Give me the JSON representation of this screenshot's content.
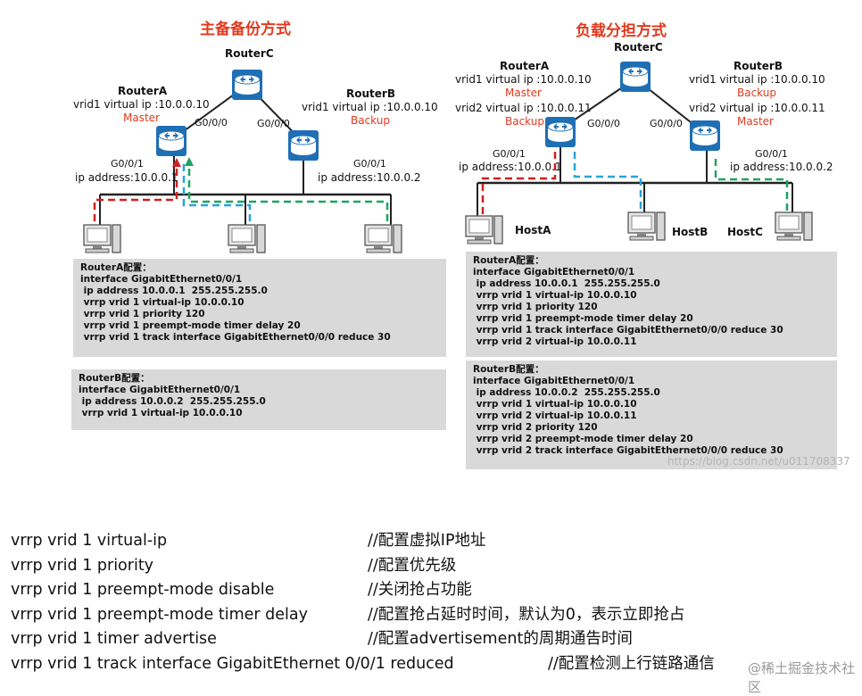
{
  "left": {
    "title": "主备备份方式",
    "routerC": {
      "name": "RouterC"
    },
    "routerA": {
      "name": "RouterA",
      "vip": "vrid1 virtual ip :10.0.0.10",
      "role": "Master",
      "uplink": "G0/0/0",
      "downlink": "G0/0/1",
      "ip": "ip address:10.0.0.1"
    },
    "routerB": {
      "name": "RouterB",
      "vip": "vrid1 virtual ip :10.0.0.10",
      "role": "Backup",
      "uplink": "G0/0/0",
      "downlink": "G0/0/1",
      "ip": "ip address:10.0.0.2"
    },
    "configA": [
      "RouterA配置：",
      "interface GigabitEthernet0/0/1",
      " ip address 10.0.0.1  255.255.255.0",
      " vrrp vrid 1 virtual-ip 10.0.0.10",
      " vrrp vrid 1 priority 120",
      " vrrp vrid 1 preempt-mode timer delay 20",
      " vrrp vrid 1 track interface GigabitEthernet0/0/0 reduce 30"
    ],
    "configB": [
      "RouterB配置：",
      "interface GigabitEthernet0/0/1",
      " ip address 10.0.0.2  255.255.255.0",
      " vrrp vrid 1 virtual-ip 10.0.0.10"
    ]
  },
  "right": {
    "title": "负载分担方式",
    "routerC": {
      "name": "RouterC"
    },
    "routerA": {
      "name": "RouterA",
      "vip1": "vrid1 virtual ip :10.0.0.10",
      "role1": "Master",
      "vip2": "vrid2 virtual ip :10.0.0.11",
      "role2": "Backup",
      "uplink": "G0/0/0",
      "downlink": "G0/0/1",
      "ip": "ip address:10.0.0.1"
    },
    "routerB": {
      "name": "RouterB",
      "vip1": "vrid1 virtual ip :10.0.0.10",
      "role1": "Backup",
      "vip2": "vrid2 virtual ip :10.0.0.11",
      "role2": "Master",
      "uplink": "G0/0/0",
      "downlink": "G0/0/1",
      "ip": "ip address:10.0.0.2"
    },
    "hosts": [
      "HostA",
      "HostB",
      "HostC"
    ],
    "configA": [
      "RouterA配置：",
      "interface GigabitEthernet0/0/1",
      " ip address 10.0.0.1  255.255.255.0",
      " vrrp vrid 1 virtual-ip 10.0.0.10",
      " vrrp vrid 1 priority 120",
      " vrrp vrid 1 preempt-mode timer delay 20",
      " vrrp vrid 1 track interface GigabitEthernet0/0/0 reduce 30",
      " vrrp vrid 2 virtual-ip 10.0.0.11"
    ],
    "configB": [
      "RouterB配置：",
      "interface GigabitEthernet0/0/1",
      " ip address 10.0.0.2  255.255.255.0",
      " vrrp vrid 1 virtual-ip 10.0.0.10",
      " vrrp vrid 2 virtual-ip 10.0.0.11",
      " vrrp vrid 2 priority 120",
      " vrrp vrid 2 preempt-mode timer delay 20",
      " vrrp vrid 2 track interface GigabitEthernet0/0/0 reduce 30"
    ],
    "watermark": "https://blog.csdn.net/u011708337"
  },
  "commands": [
    {
      "cmd": "vrrp vrid 1 virtual-ip",
      "comment": "//配置虚拟IP地址"
    },
    {
      "cmd": "vrrp vrid 1 priority",
      "comment": "//配置优先级"
    },
    {
      "cmd": "vrrp vrid 1 preempt-mode disable",
      "comment": "//关闭抢占功能"
    },
    {
      "cmd": "vrrp vrid 1 preempt-mode timer delay",
      "comment": "//配置抢占延时时间，默认为0，表示立即抢占"
    },
    {
      "cmd": "vrrp vrid 1 timer advertise",
      "comment": "//配置advertisement的周期通告时间"
    },
    {
      "cmd": "vrrp vrid 1 track interface GigabitEthernet 0/0/1 reduced",
      "comment": "//配置检测上行链路通信"
    }
  ],
  "footer_watermark": "@稀土掘金技术社区"
}
